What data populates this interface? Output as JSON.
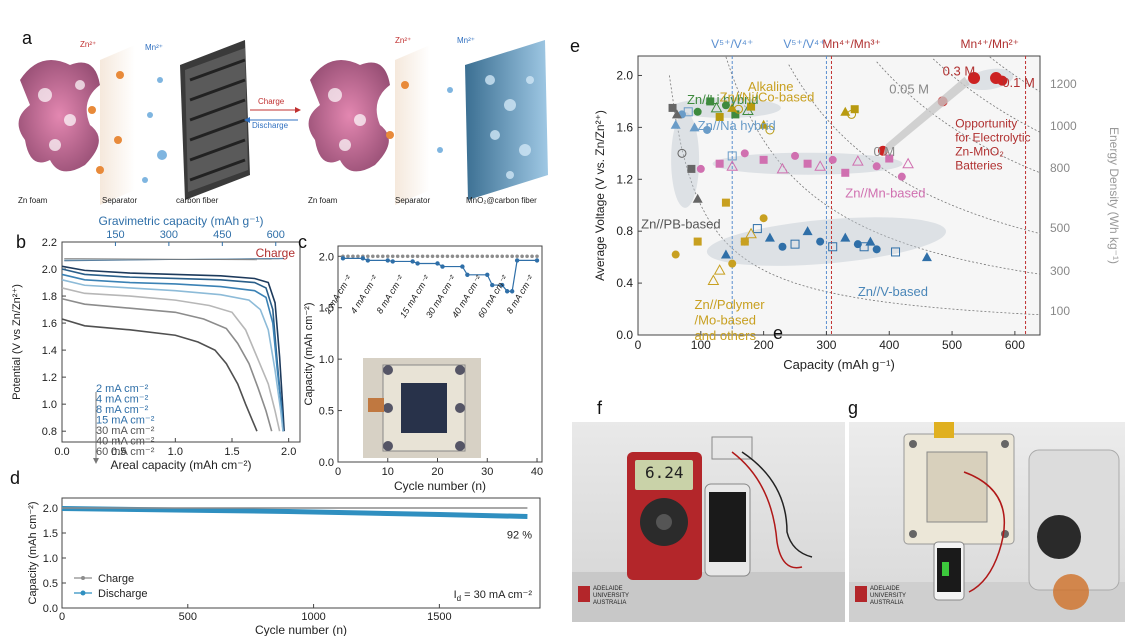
{
  "panels": {
    "a": {
      "label": "a",
      "left_captions": [
        "Zn foam",
        "Separator",
        "carbon fiber"
      ],
      "right_captions": [
        "Zn foam",
        "Separator",
        "MnO₂@carbon fiber"
      ],
      "ion_zn": "Zn²⁺",
      "ion_mn": "Mn²⁺",
      "charge": "Charge",
      "discharge": "Discharge"
    },
    "b": {
      "label": "b",
      "top_axis_title": "Gravimetric capacity (mAh g⁻¹)",
      "top_ticks": [
        "150",
        "300",
        "450",
        "600"
      ],
      "y_title": "Potential (V vs Zn/Zn²⁺)",
      "x_title": "Areal capacity (mAh cm⁻²)",
      "charge_label": "Charge",
      "legend": [
        "2 mA cm⁻²",
        "4 mA cm⁻²",
        "8 mA cm⁻²",
        "15 mA cm⁻²",
        "30 mA cm⁻²",
        "40 mA cm⁻²",
        "60 mA cm⁻²"
      ]
    },
    "c": {
      "label": "c",
      "y_title": "Capacity (mAh cm⁻²)",
      "x_title": "Cycle number (n)",
      "rate_labels": [
        "2 mA cm⁻²",
        "4 mA cm⁻²",
        "8 mA cm⁻²",
        "15 mA cm⁻²",
        "30 mA cm⁻²",
        "40 mA cm⁻²",
        "60 mA cm⁻²",
        "8 mA cm⁻²"
      ]
    },
    "d": {
      "label": "d",
      "y_title": "Capacity (mAh cm⁻²)",
      "x_title": "Cycle number (n)",
      "legend": [
        "Charge",
        "Discharge"
      ],
      "retention": "92 %",
      "current": "I",
      "current_sub": "d",
      "current_rest": " = 30 mA cm⁻²"
    },
    "e": {
      "label": "e",
      "label2": "e",
      "y_title": "Average Voltage (V vs. Zn/Zn²⁺)",
      "x_title": "Capacity (mAh g⁻¹)",
      "right_title": "Energy Density (Wh kg⁻¹)",
      "right_ticks": [
        "1200",
        "1000",
        "800",
        "500",
        "300",
        "100"
      ],
      "top_labels": [
        "V⁵⁺/V⁴⁺",
        "V⁵⁺/V⁴⁺",
        "Mn⁴⁺/Mn³⁺",
        "Mn⁴⁺/Mn²⁺"
      ],
      "groups": {
        "li": "Zn//Li hybrid",
        "alk1": "Alkaline",
        "alk2": "Zn//Ni/Co-based",
        "na": "Zn//Na hybrid",
        "mn": "Zn//Mn-based",
        "pb": "Zn//PB-based",
        "v": "Zn//V-based",
        "poly1": "Zn//Polymer",
        "poly2": "/Mo-based",
        "poly3": "and others"
      },
      "conc": [
        "0.3 M",
        "0.1 M",
        "0.05 M",
        "0 M"
      ],
      "opp": [
        "Opportunity",
        "for Electrolytic",
        "Zn-MnO₂",
        "Batteries"
      ]
    },
    "f": {
      "label": "f",
      "meter": "6.24",
      "logo": "ADELAIDE UNIVERSITY AUSTRALIA"
    },
    "g": {
      "label": "g",
      "logo": "ADELAIDE UNIVERSITY AUSTRALIA"
    }
  },
  "chart_data": [
    {
      "id": "b",
      "type": "line",
      "xlabel": "Areal capacity (mAh cm⁻²)",
      "ylabel": "Potential (V vs Zn/Zn²⁺)",
      "x_ticks": [
        0.0,
        0.5,
        1.0,
        1.5,
        2.0
      ],
      "y_ticks": [
        0.8,
        1.0,
        1.2,
        1.4,
        1.6,
        1.8,
        2.0,
        2.2
      ],
      "xlim": [
        0,
        2.1
      ],
      "ylim": [
        0.72,
        2.2
      ],
      "series": [
        {
          "name": "2 mA cm⁻²",
          "color": "#1d3a5c",
          "x": [
            0,
            0.2,
            0.6,
            1.0,
            1.4,
            1.7,
            1.82,
            1.88,
            1.92,
            1.95,
            1.96
          ],
          "y": [
            2.02,
            1.99,
            1.97,
            1.96,
            1.95,
            1.93,
            1.9,
            1.75,
            1.35,
            0.95,
            0.8
          ]
        },
        {
          "name": "4 mA cm⁻²",
          "color": "#2a5f8a",
          "x": [
            0,
            0.2,
            0.6,
            1.0,
            1.4,
            1.7,
            1.8,
            1.86,
            1.9,
            1.94,
            1.95
          ],
          "y": [
            2.0,
            1.96,
            1.94,
            1.93,
            1.92,
            1.9,
            1.86,
            1.7,
            1.3,
            0.95,
            0.8
          ]
        },
        {
          "name": "8 mA cm⁻²",
          "color": "#3b82b5",
          "x": [
            0,
            0.2,
            0.6,
            1.0,
            1.4,
            1.7,
            1.8,
            1.86,
            1.9,
            1.94,
            1.95
          ],
          "y": [
            1.96,
            1.92,
            1.9,
            1.89,
            1.87,
            1.84,
            1.79,
            1.6,
            1.25,
            0.95,
            0.8
          ]
        },
        {
          "name": "15 mA cm⁻²",
          "color": "#8dbbd8",
          "x": [
            0,
            0.2,
            0.6,
            1.0,
            1.4,
            1.65,
            1.75,
            1.82,
            1.88,
            1.93,
            1.95
          ],
          "y": [
            1.92,
            1.88,
            1.86,
            1.84,
            1.81,
            1.77,
            1.7,
            1.55,
            1.25,
            0.95,
            0.8
          ]
        },
        {
          "name": "30 mA cm⁻²",
          "color": "#b7b7b7",
          "x": [
            0,
            0.2,
            0.6,
            1.0,
            1.3,
            1.5,
            1.62,
            1.72,
            1.82,
            1.88,
            1.92
          ],
          "y": [
            1.86,
            1.82,
            1.8,
            1.77,
            1.73,
            1.68,
            1.55,
            1.35,
            1.15,
            0.95,
            0.8
          ]
        },
        {
          "name": "40 mA cm⁻²",
          "color": "#8c8c8c",
          "x": [
            0,
            0.2,
            0.6,
            1.0,
            1.25,
            1.45,
            1.55,
            1.65,
            1.73,
            1.8,
            1.85
          ],
          "y": [
            1.78,
            1.74,
            1.71,
            1.68,
            1.63,
            1.56,
            1.45,
            1.3,
            1.12,
            0.95,
            0.8
          ]
        },
        {
          "name": "60 mA cm⁻²",
          "color": "#505050",
          "x": [
            0,
            0.2,
            0.6,
            1.0,
            1.2,
            1.35,
            1.45,
            1.55,
            1.62,
            1.68,
            1.72
          ],
          "y": [
            1.63,
            1.58,
            1.55,
            1.51,
            1.46,
            1.4,
            1.3,
            1.15,
            1.0,
            0.88,
            0.8
          ]
        }
      ]
    },
    {
      "id": "c",
      "type": "scatter",
      "xlabel": "Cycle number (n)",
      "ylabel": "Capacity (mAh cm⁻²)",
      "x_ticks": [
        0,
        10,
        20,
        30,
        40
      ],
      "y_ticks": [
        0.0,
        0.5,
        1.0,
        1.5,
        2.0
      ],
      "xlim": [
        0,
        41
      ],
      "ylim": [
        0,
        2.1
      ],
      "series": [
        {
          "name": "Charge",
          "color": "#8c8c8c",
          "x": [
            1,
            5,
            10,
            15,
            20,
            25,
            30,
            35,
            40
          ],
          "y": [
            2.0,
            2.0,
            2.0,
            2.0,
            2.0,
            2.0,
            2.0,
            2.0,
            2.0
          ]
        },
        {
          "name": "Discharge",
          "color": "#2f6fa8",
          "x": [
            1,
            5,
            6,
            10,
            11,
            15,
            16,
            20,
            21,
            25,
            26,
            30,
            31,
            33,
            34,
            35,
            36,
            40
          ],
          "y": [
            1.98,
            1.98,
            1.96,
            1.96,
            1.95,
            1.95,
            1.93,
            1.93,
            1.9,
            1.9,
            1.82,
            1.82,
            1.72,
            1.72,
            1.66,
            1.66,
            1.96,
            1.96
          ]
        }
      ]
    },
    {
      "id": "d",
      "type": "scatter",
      "xlabel": "Cycle number (n)",
      "ylabel": "Capacity (mAh cm⁻²)",
      "x_ticks": [
        0,
        500,
        1000,
        1500
      ],
      "y_ticks": [
        0.0,
        0.5,
        1.0,
        1.5,
        2.0
      ],
      "xlim": [
        0,
        1900
      ],
      "ylim": [
        0,
        2.2
      ],
      "series": [
        {
          "name": "Charge",
          "color": "#8c8c8c",
          "x": [
            0,
            300,
            600,
            900,
            1200,
            1500,
            1850
          ],
          "y": [
            2.0,
            2.0,
            2.0,
            2.0,
            2.0,
            2.0,
            2.0
          ]
        },
        {
          "name": "Discharge",
          "color": "#2f8fc0",
          "x": [
            0,
            300,
            600,
            900,
            1200,
            1500,
            1850
          ],
          "y": [
            1.99,
            1.97,
            1.95,
            1.93,
            1.9,
            1.87,
            1.83
          ]
        }
      ]
    },
    {
      "id": "e",
      "type": "scatter",
      "xlabel": "Capacity (mAh g⁻¹)",
      "ylabel": "Average Voltage (V vs. Zn/Zn²⁺)",
      "x_ticks": [
        0,
        100,
        200,
        300,
        400,
        500,
        600
      ],
      "y_ticks": [
        0.0,
        0.4,
        0.8,
        1.2,
        1.6,
        2.0
      ],
      "xlim": [
        0,
        640
      ],
      "ylim": [
        0,
        2.15
      ],
      "series": [
        {
          "name": "Zn//Li hybrid",
          "color": "#3e8a3e",
          "x": [
            95,
            115,
            125,
            140,
            155,
            175
          ],
          "y": [
            1.72,
            1.8,
            1.75,
            1.77,
            1.7,
            1.73
          ]
        },
        {
          "name": "Zn//Ni/Co-based",
          "color": "#b89a10",
          "x": [
            130,
            150,
            160,
            180,
            330,
            340,
            345,
            200,
            210
          ],
          "y": [
            1.68,
            1.75,
            1.74,
            1.76,
            1.72,
            1.7,
            1.74,
            1.62,
            1.58
          ]
        },
        {
          "name": "Zn//Na hybrid",
          "color": "#6a9cc8",
          "x": [
            60,
            70,
            80,
            90,
            110,
            150
          ],
          "y": [
            1.62,
            1.7,
            1.72,
            1.6,
            1.58,
            1.38
          ]
        },
        {
          "name": "Zn//Mn-based",
          "color": "#d070b0",
          "x": [
            100,
            130,
            150,
            170,
            200,
            230,
            250,
            270,
            290,
            310,
            330,
            350,
            380,
            400,
            430,
            420
          ],
          "y": [
            1.28,
            1.32,
            1.3,
            1.4,
            1.35,
            1.28,
            1.38,
            1.32,
            1.3,
            1.35,
            1.25,
            1.34,
            1.3,
            1.36,
            1.32,
            1.22
          ]
        },
        {
          "name": "Zn//PB-based",
          "color": "#666666",
          "x": [
            55,
            62,
            70,
            85,
            95
          ],
          "y": [
            1.75,
            1.7,
            1.4,
            1.28,
            1.05
          ]
        },
        {
          "name": "Zn//V-based",
          "color": "#2f6fa8",
          "x": [
            140,
            170,
            190,
            210,
            230,
            250,
            270,
            290,
            310,
            330,
            350,
            360,
            370,
            380,
            410,
            460
          ],
          "y": [
            0.62,
            0.72,
            0.82,
            0.75,
            0.68,
            0.7,
            0.8,
            0.72,
            0.68,
            0.75,
            0.7,
            0.68,
            0.72,
            0.66,
            0.64,
            0.6
          ]
        },
        {
          "name": "Zn//Polymer/Mo-based and others",
          "color": "#c8a020",
          "x": [
            60,
            95,
            120,
            150,
            170,
            180,
            200,
            140,
            130
          ],
          "y": [
            0.62,
            0.72,
            0.42,
            0.55,
            0.72,
            0.78,
            0.9,
            1.02,
            0.5
          ]
        },
        {
          "name": "Electrolytic Zn-MnO₂",
          "color": "#cc2222",
          "x": [
            535,
            570,
            580,
            485,
            390
          ],
          "y": [
            1.98,
            1.98,
            1.96,
            1.8,
            1.42
          ]
        }
      ],
      "energy_density_contours": [
        100,
        300,
        500,
        800,
        1000,
        1200
      ]
    }
  ]
}
